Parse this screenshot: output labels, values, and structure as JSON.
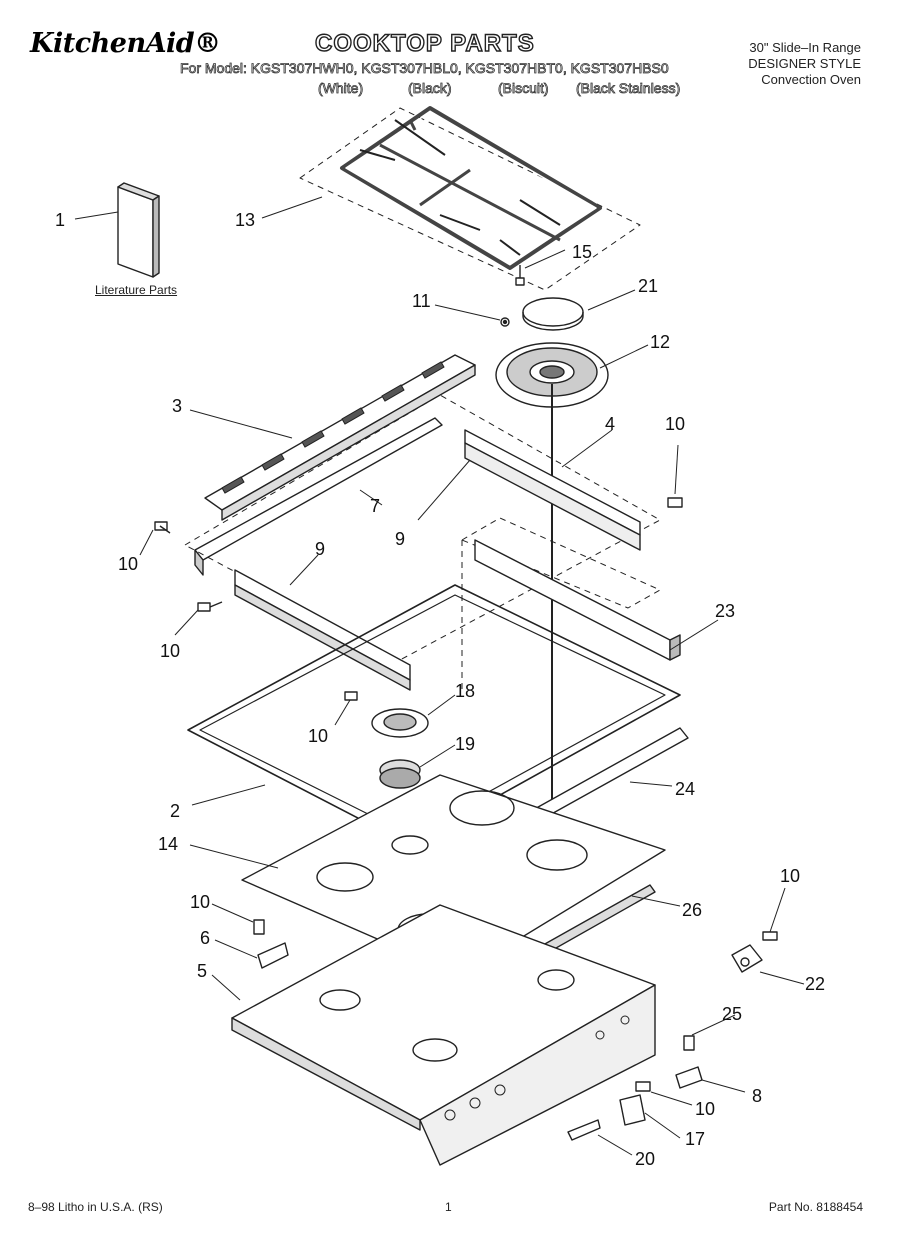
{
  "header": {
    "brand": "KitchenAid®",
    "title": "COOKTOP PARTS",
    "for_model_line": "For Model: KGST307HWH0, KGST307HBL0, KGST307HBT0, KGST307HBS0",
    "colors": [
      "(White)",
      "(Black)",
      "(Biscuit)",
      "(Black Stainless)"
    ],
    "range_lines": [
      "30\" Slide–In Range",
      "DESIGNER STYLE",
      "Convection Oven"
    ]
  },
  "literature_label": "Literature Parts",
  "callouts": [
    "1",
    "13",
    "15",
    "21",
    "11",
    "12",
    "3",
    "4",
    "10",
    "7",
    "9",
    "10",
    "9",
    "10",
    "23",
    "10",
    "18",
    "19",
    "2",
    "24",
    "14",
    "10",
    "26",
    "6",
    "10",
    "22",
    "5",
    "25",
    "8",
    "10",
    "17",
    "20"
  ],
  "footer": {
    "left": "8–98 Litho in U.S.A. (RS)",
    "page": "1",
    "part_no": "Part No. 8188454"
  }
}
